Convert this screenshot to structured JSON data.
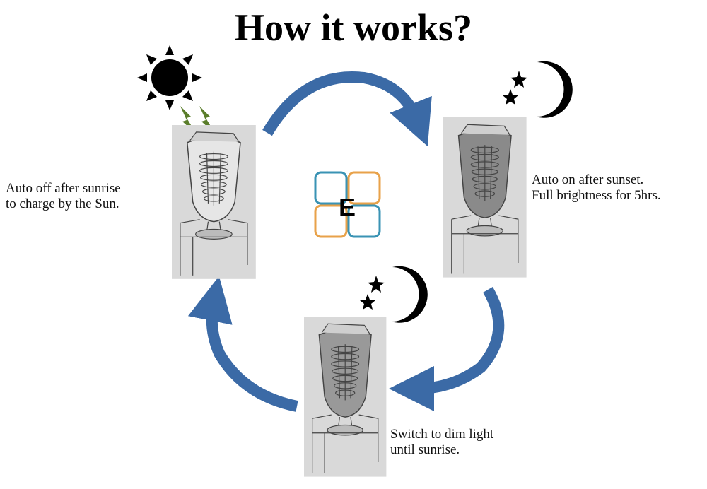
{
  "title": "How it works?",
  "steps": [
    {
      "line1": "Auto off after sunrise",
      "line2": "to charge by the Sun."
    },
    {
      "line1": "Auto on after sunset.",
      "line2": "Full brightness for 5hrs."
    },
    {
      "line1": "Switch to dim light",
      "line2": "until sunrise."
    }
  ],
  "logo": {
    "letter": "E",
    "colors": {
      "blue": "#3a93b4",
      "orange": "#e8a24a"
    }
  },
  "colors": {
    "arrow": "#3b6aa6",
    "bolt": "#5a7d2a"
  }
}
